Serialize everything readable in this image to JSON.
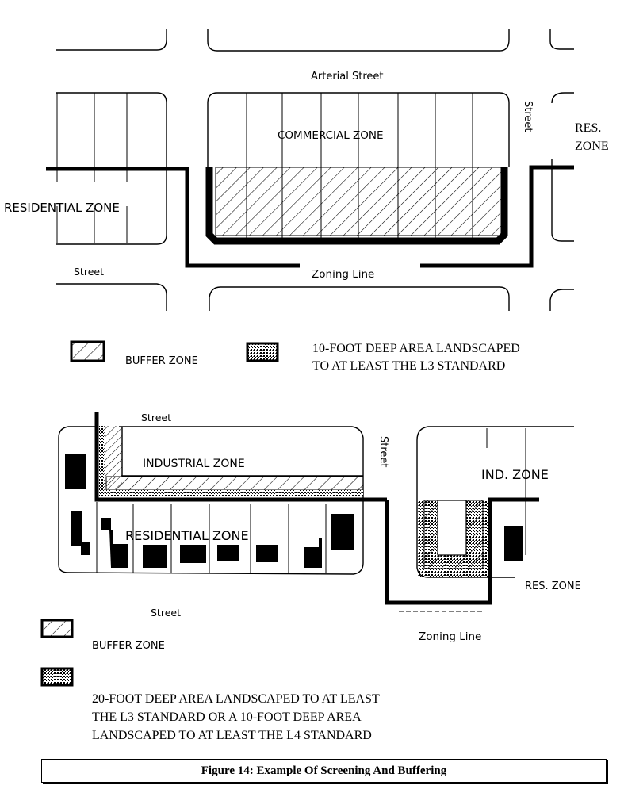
{
  "top_diagram": {
    "labels": {
      "arterial_street": "Arterial Street",
      "commercial_zone": "COMMERCIAL ZONE",
      "street_vertical": "Street",
      "res_zone_line1": "RES.",
      "res_zone_line2": "ZONE",
      "residential_zone": "RESIDENTIAL ZONE",
      "street_bottom": "Street",
      "zoning_line": "Zoning Line"
    }
  },
  "top_legend": {
    "buffer_label": "BUFFER ZONE",
    "landscaped_line1": "10-FOOT DEEP AREA LANDSCAPED",
    "landscaped_line2": "TO AT LEAST THE L3 STANDARD"
  },
  "bottom_diagram": {
    "labels": {
      "street_top": "Street",
      "industrial_zone": "INDUSTRIAL ZONE",
      "residential_zone": "RESIDENTIAL ZONE",
      "street_vertical": "Street",
      "ind_zone": "IND. ZONE",
      "res_zone": "RES. ZONE",
      "street_bottom": "Street",
      "zoning_line": "Zoning Line"
    }
  },
  "bottom_legend": {
    "buffer_label": "BUFFER ZONE",
    "landscaped_line1": "20-FOOT DEEP AREA LANDSCAPED TO AT LEAST",
    "landscaped_line2": "THE L3 STANDARD OR A 10-FOOT DEEP AREA",
    "landscaped_line3": "LANDSCAPED TO AT LEAST THE L4 STANDARD"
  },
  "caption": "Figure 14:  Example Of Screening And Buffering",
  "colors": {
    "ink": "#000000",
    "paper": "#ffffff"
  }
}
